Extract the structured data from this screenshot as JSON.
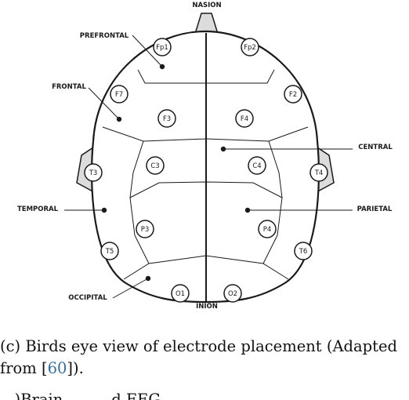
{
  "regions": {
    "nasion": "NASION",
    "inion": "INION",
    "prefrontal": "PREFRONTAL",
    "frontal": "FRONTAL",
    "central": "CENTRAL",
    "temporal": "TEMPORAL",
    "parietal": "PARIETAL",
    "occipital": "OCCIPITAL"
  },
  "electrodes": {
    "fp1": "Fp1",
    "fp2": "Fp2",
    "f7": "F7",
    "f2": "F2",
    "f3": "F3",
    "f4": "F4",
    "t3": "T3",
    "c3": "C3",
    "c4": "C4",
    "t4": "T4",
    "p3": "P3",
    "p4": "P4",
    "t5": "T5",
    "t6": "T6",
    "o1": "O1",
    "o2": "O2"
  },
  "caption": {
    "line1_prefix": "(c) Birds eye view of electrode placement (Adapted",
    "line2_prefix": "from [",
    "ref": "60",
    "line2_suffix": "])."
  },
  "next_line_fragment": "...)Brain..........d EEG........."
}
